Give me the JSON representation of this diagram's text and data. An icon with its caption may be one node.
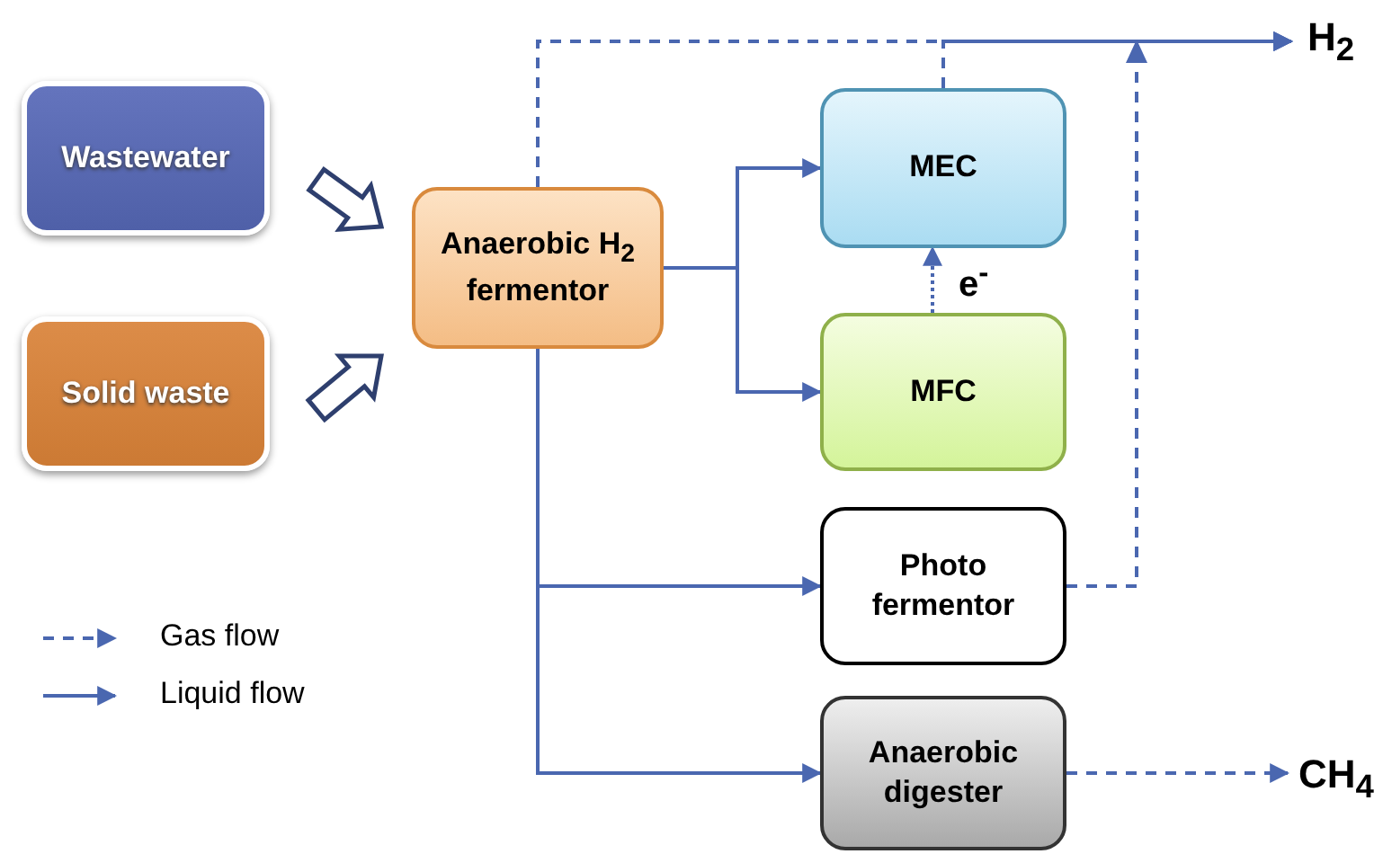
{
  "diagram": {
    "nodes": [
      {
        "text": [
          "Wastewater"
        ]
      },
      {
        "text": [
          "Solid waste"
        ]
      },
      {
        "text": [
          "Anaerobic H$_{2}$ fermentor"
        ]
      },
      {
        "text": [
          "MEC"
        ]
      },
      {
        "text": [
          "MFC"
        ]
      },
      {
        "text": [
          "Photo fermentor"
        ]
      },
      {
        "text": [
          "Anaerobic digester"
        ]
      },
      {
        "text": [
          "H$_{2}$"
        ]
      },
      {
        "text": [
          "CH$_{4}$"
        ]
      }
    ],
    "edges": [
      {
        "from": 0,
        "to": 2,
        "arrow": "to",
        "style": "thick"
      },
      {
        "from": 1,
        "to": 2,
        "arrow": "to",
        "style": "thick"
      },
      {
        "from": 2,
        "to": 3,
        "arrow": "to"
      },
      {
        "from": 2,
        "to": 4,
        "arrow": "to"
      },
      {
        "from": 2,
        "to": 5,
        "arrow": "to"
      },
      {
        "from": 2,
        "to": 6,
        "arrow": "to"
      },
      {
        "from": 2,
        "to": 7,
        "arrow": "to",
        "style": "dashed"
      },
      {
        "from": 3,
        "to": 7,
        "arrow": "to",
        "style": "dashed"
      },
      {
        "from": 5,
        "to": 7,
        "arrow": "to",
        "style": "dashed"
      },
      {
        "from": 4,
        "to": 3,
        "arrow": "to",
        "style": "dashed",
        "label": "e$^{-}$"
      },
      {
        "from": 6,
        "to": 8,
        "arrow": "to",
        "style": "dashed"
      }
    ],
    "legend": [
      {
        "text": "Gas flow"
      },
      {
        "text": "Liquid flow"
      }
    ]
  }
}
